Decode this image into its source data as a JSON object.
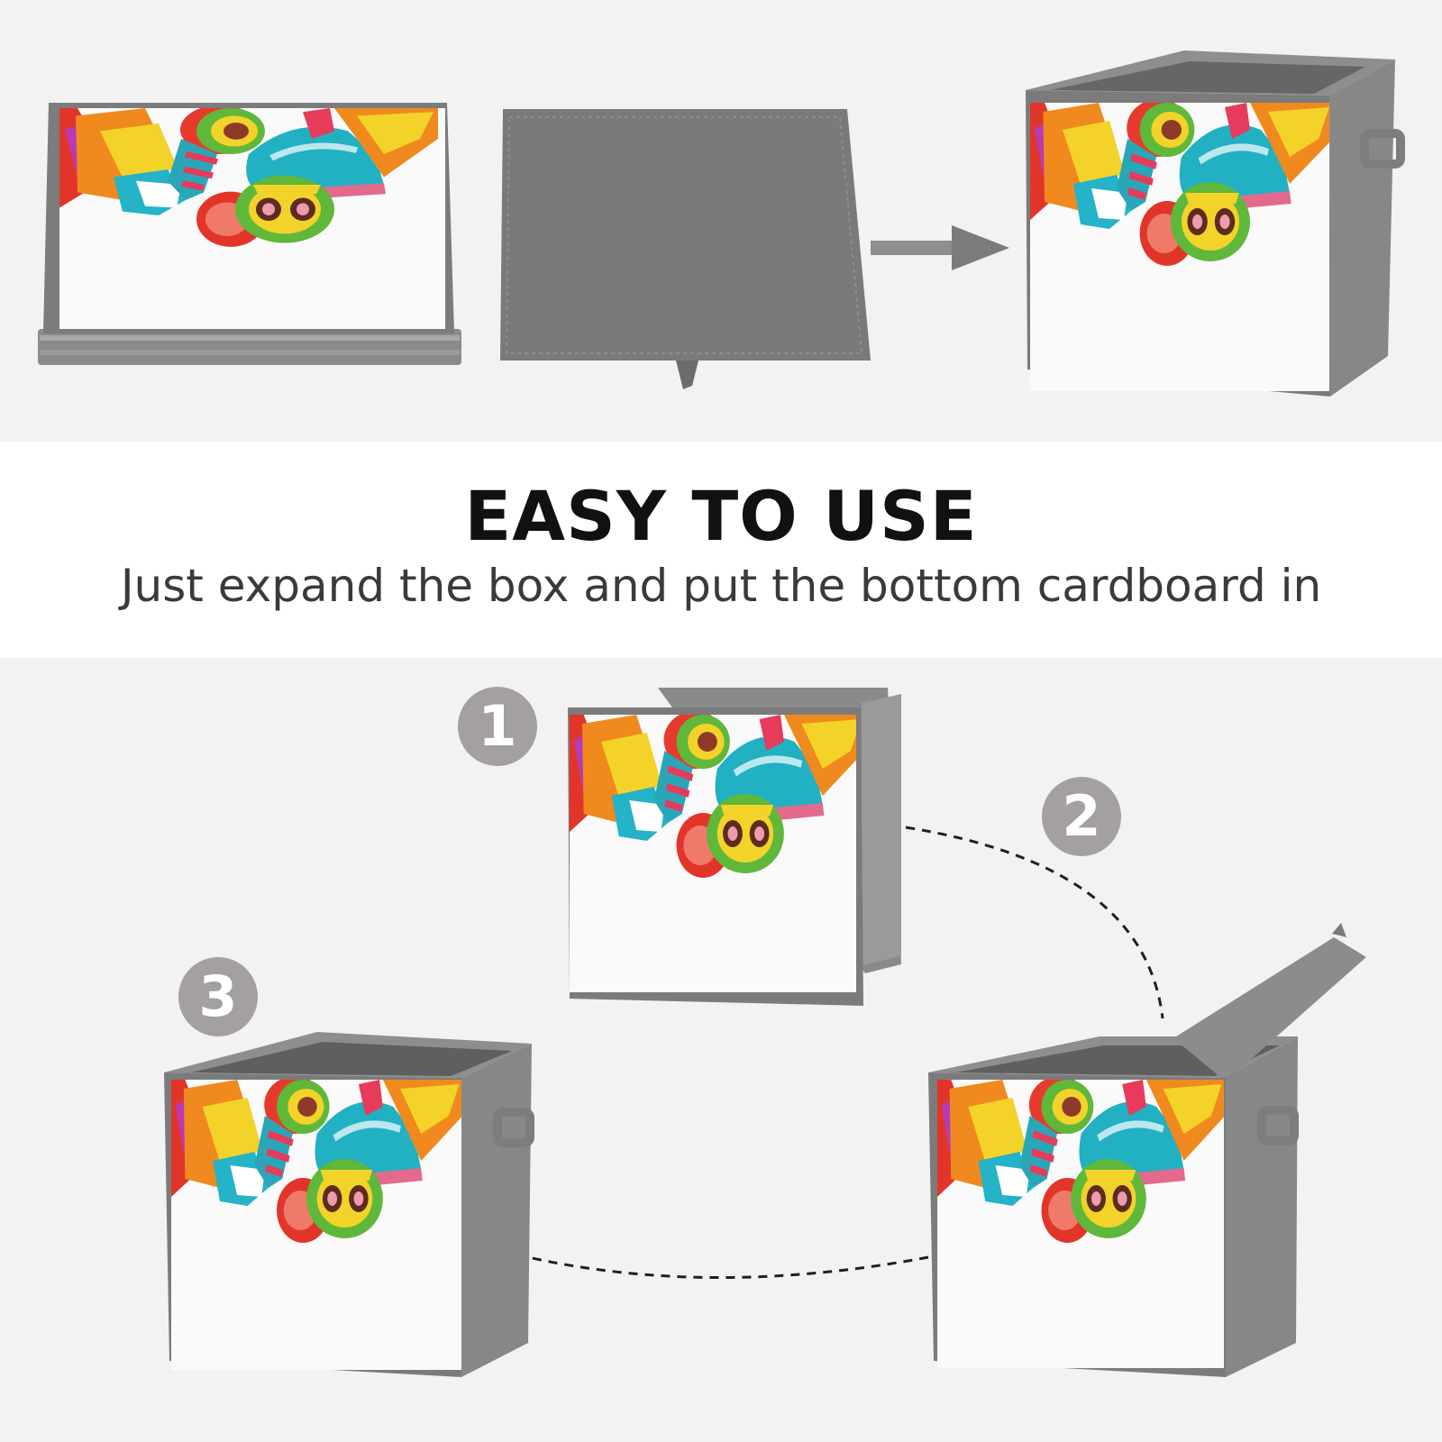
{
  "headline": "EASY TO USE",
  "subline": "Just expand the box and put the bottom cardboard in",
  "steps": [
    {
      "number": "1"
    },
    {
      "number": "2"
    },
    {
      "number": "3"
    }
  ],
  "colors": {
    "box_gray": "#7b7b7b",
    "box_dark": "#616161",
    "badge": "#a49fa0",
    "panel_white": "#fafafa",
    "teal": "#25b3c7",
    "red": "#e2352a",
    "yellow": "#f3d32a",
    "green": "#5fb83a"
  },
  "icons": [
    "arrow-right-icon",
    "dashed-curve-connector"
  ]
}
